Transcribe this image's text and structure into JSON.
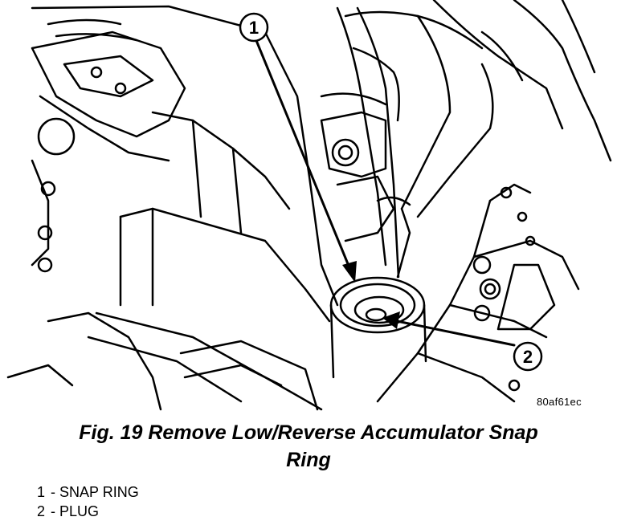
{
  "figure": {
    "image_code": "80af61ec",
    "callouts": [
      {
        "number": "1",
        "target": "snap-ring"
      },
      {
        "number": "2",
        "target": "plug"
      }
    ]
  },
  "caption": {
    "line1": "Fig. 19 Remove Low/Reverse Accumulator Snap",
    "line2": "Ring"
  },
  "legend": [
    {
      "number": "1",
      "sep": " - ",
      "label": "SNAP RING"
    },
    {
      "number": "2",
      "sep": " - ",
      "label": "PLUG"
    }
  ]
}
